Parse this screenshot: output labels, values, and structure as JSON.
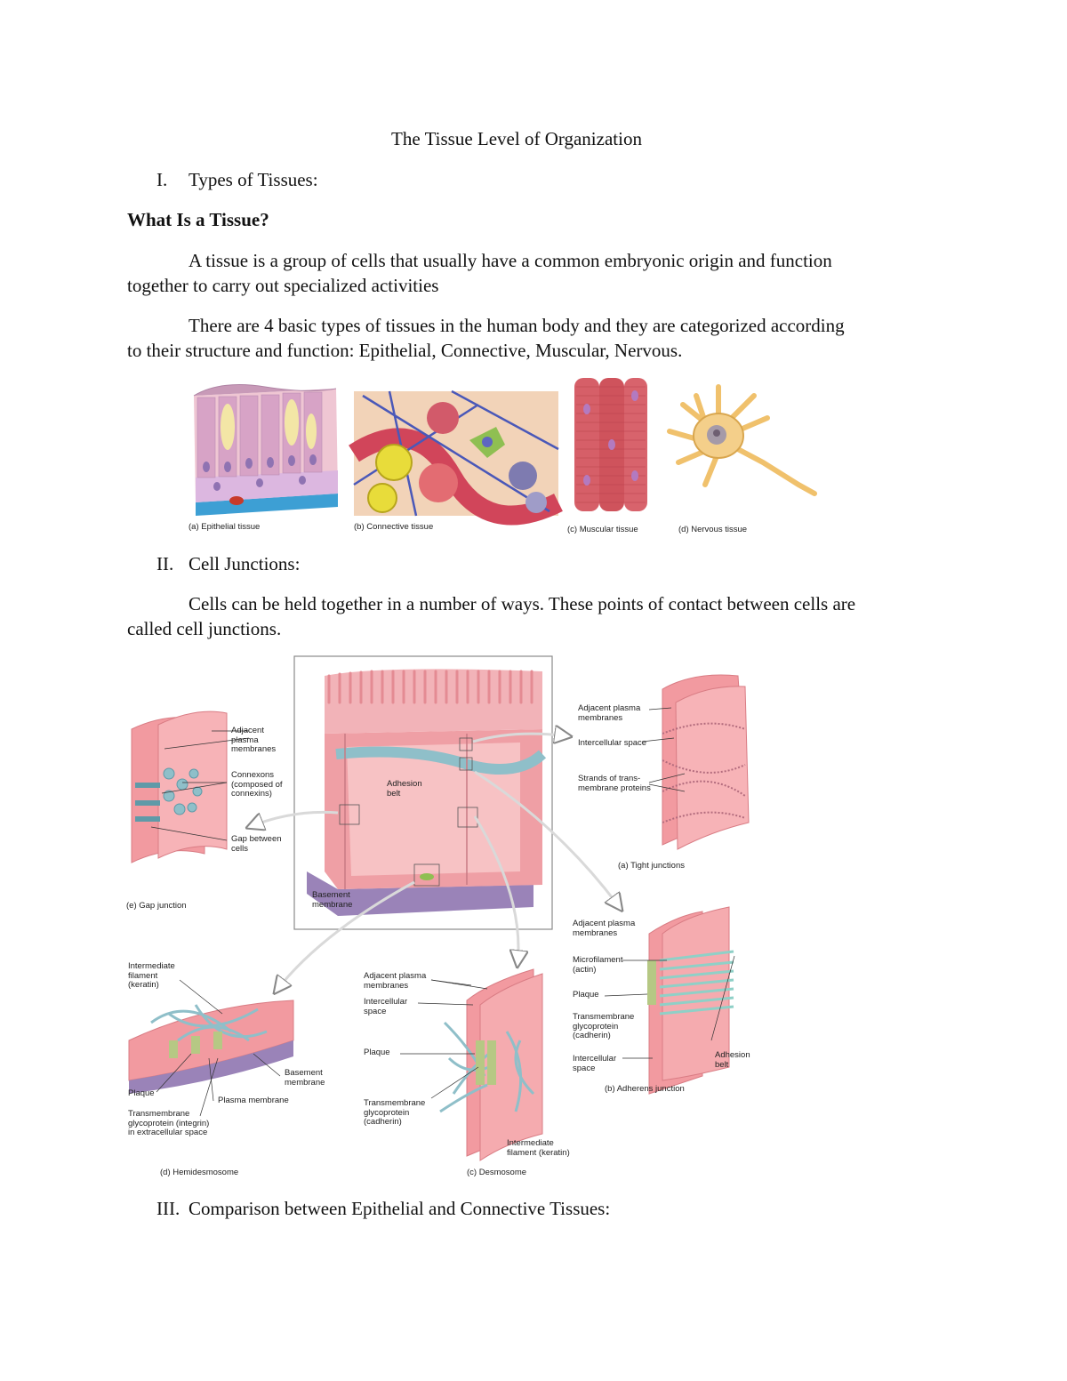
{
  "document": {
    "title": "The Tissue Level of Organization",
    "section1": {
      "number": "I.",
      "heading": "Types of Tissues:"
    },
    "question": "What Is a Tissue?",
    "para1": {
      "line1": "A tissue is a group of cells that usually have a common embryonic origin and function",
      "line2": "together to carry out specialized activities"
    },
    "para2": {
      "line1": "There are 4 basic types of tissues in the human body and they are categorized according",
      "line2": "to their structure and function: Epithelial, Connective, Muscular, Nervous."
    },
    "tissue_figure": {
      "captions": [
        "(a) Epithelial tissue",
        "(b) Connective tissue",
        "(c) Muscular tissue",
        "(d) Nervous tissue"
      ]
    },
    "section2": {
      "number": "II.",
      "heading": "Cell Junctions:"
    },
    "para3": {
      "line1": "Cells can be held together in a number of ways. These points of contact between cells are",
      "line2": "called cell junctions."
    },
    "junction_figure": {
      "center": {
        "adhesion_belt": "Adhesion\nbelt",
        "basement_membrane": "Basement\nmembrane"
      },
      "gap": {
        "caption": "(e) Gap junction",
        "adjacent": "Adjacent\nplasma\nmembranes",
        "connexons": "Connexons\n(composed of\nconnexins)",
        "gap_between": "Gap between\ncells"
      },
      "tight": {
        "caption": "(a) Tight junctions",
        "adjacent": "Adjacent plasma\nmembranes",
        "intercellular": "Intercellular space",
        "strands": "Strands of trans-\nmembrane proteins"
      },
      "adherens": {
        "caption": "(b) Adherens junction",
        "adjacent": "Adjacent plasma\nmembranes",
        "microfilament": "Microfilament\n(actin)",
        "plaque": "Plaque",
        "transmembrane": "Transmembrane\nglycoprotein\n(cadherin)",
        "intercellular": "Intercellular\nspace",
        "adhesion_belt": "Adhesion\nbelt"
      },
      "desmosome": {
        "caption": "(c) Desmosome",
        "adjacent": "Adjacent plasma\nmembranes",
        "intercellular": "Intercellular\nspace",
        "plaque": "Plaque",
        "transmembrane": "Transmembrane\nglycoprotein\n(cadherin)",
        "intermediate": "Intermediate\nfilament (keratin)"
      },
      "hemidesmosome": {
        "caption": "(d) Hemidesmosome",
        "intermediate": "Intermediate\nfilament\n(keratin)",
        "basement": "Basement\nmembrane",
        "plaque": "Plaque",
        "plasma": "Plasma membrane",
        "transmembrane": "Transmembrane\nglycoprotein (integrin)\nin extracellular space"
      }
    },
    "section3": {
      "number": "III.",
      "heading": "Comparison between Epithelial and Connective Tissues:"
    }
  },
  "colors": {
    "tissue_pink": "#f0a9ab",
    "muscle_red": "#d0545d",
    "nerve_orange": "#f2c27a",
    "membrane_blue": "#8fbfc9",
    "basement_purple": "#9a83b8",
    "frame_grey": "#8a8a8a"
  }
}
